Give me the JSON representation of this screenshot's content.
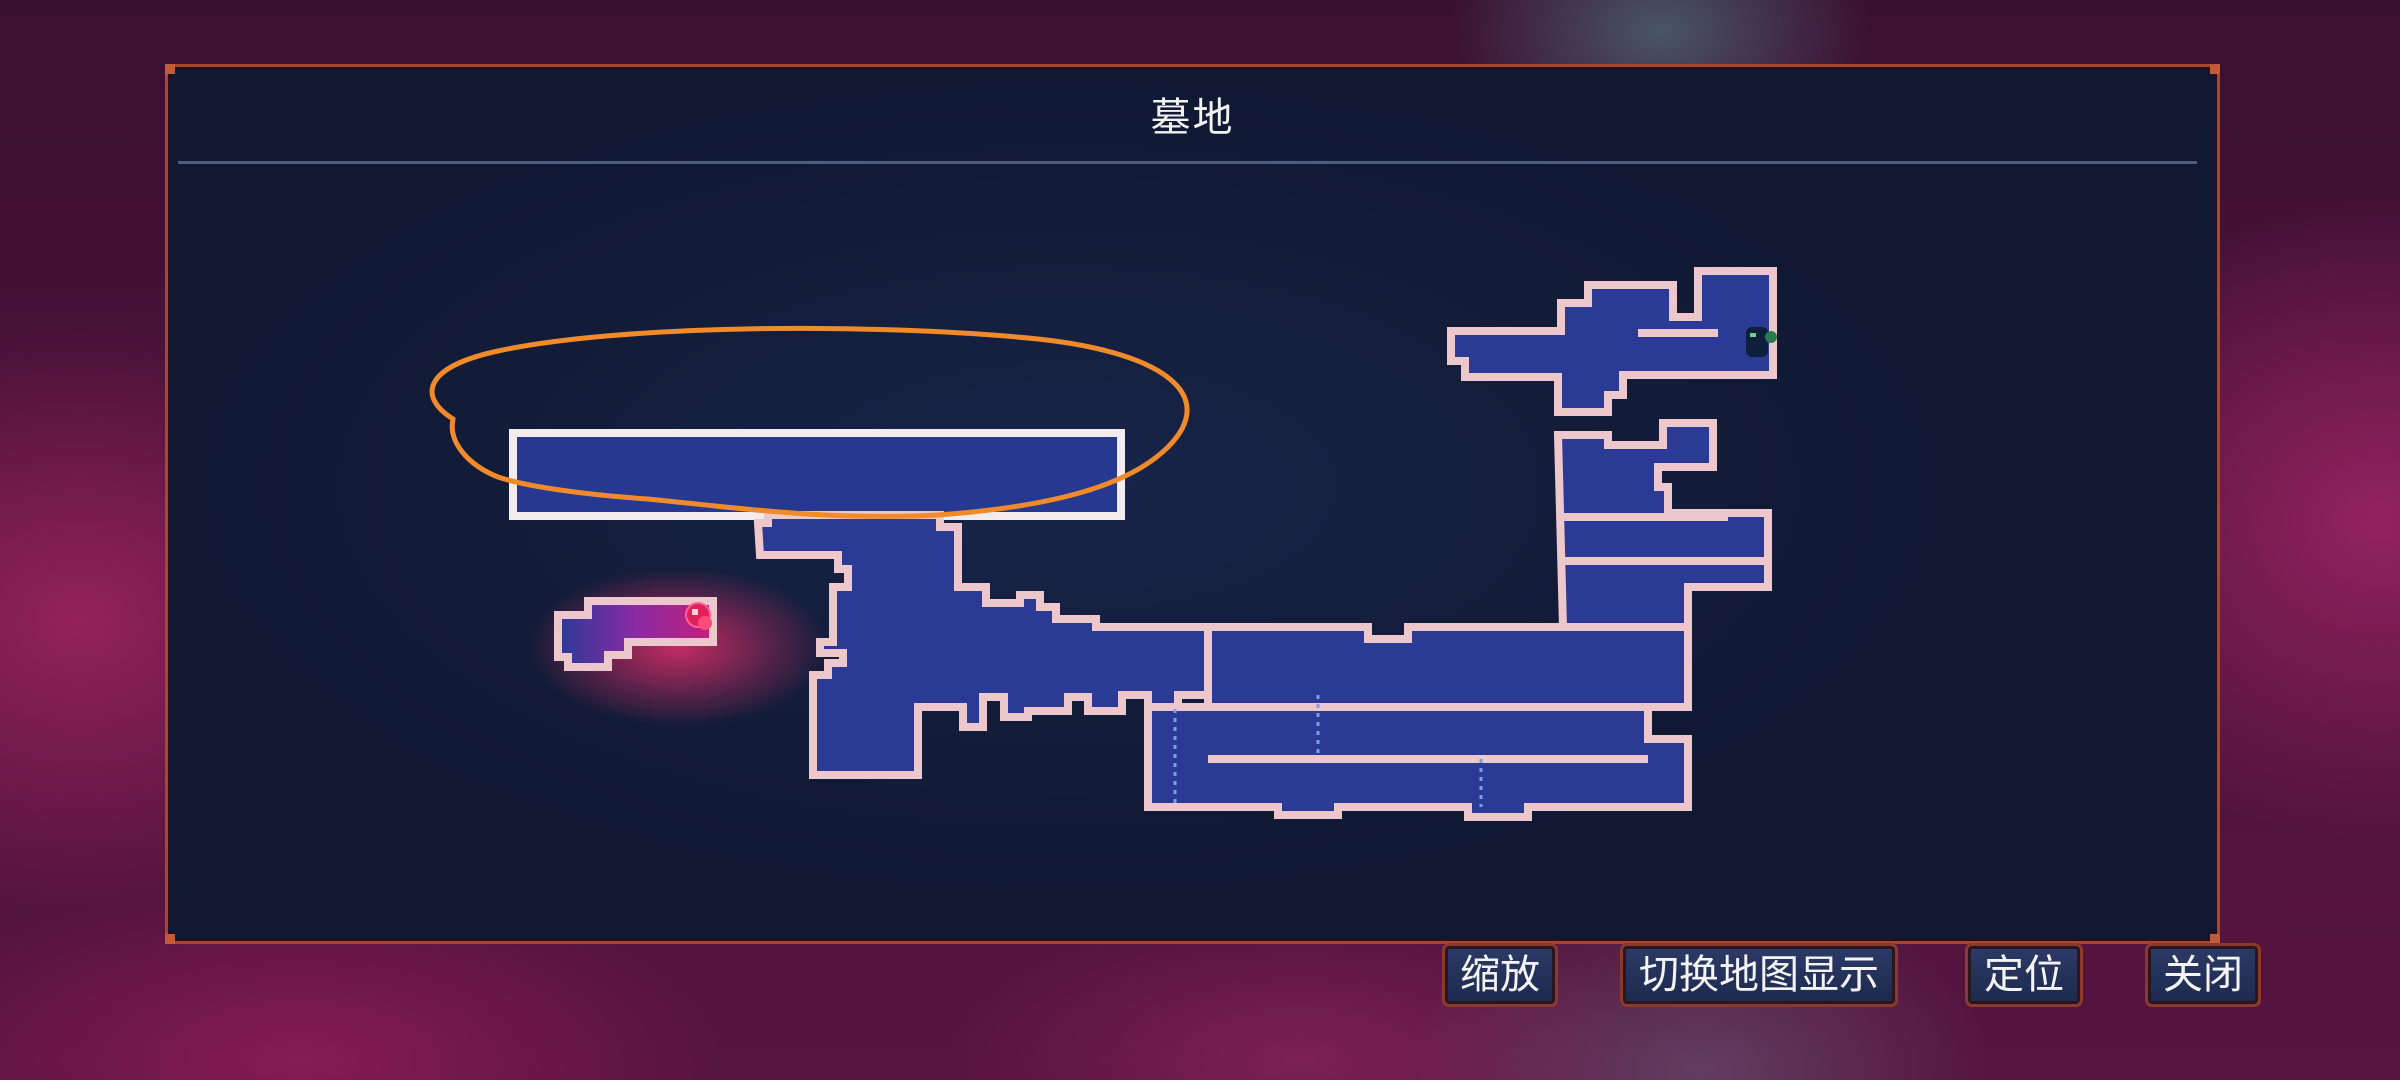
{
  "map_panel": {
    "title": "墓地"
  },
  "buttons": {
    "zoom": "缩放",
    "toggle_map": "切换地图显示",
    "locate": "定位",
    "close": "关闭"
  },
  "markers": {
    "player_icon": "player-marker-icon",
    "enemy_icon": "ghost-character-icon"
  },
  "colors": {
    "room_fill": "#2a3a95",
    "room_border": "#ecc8cc",
    "highlight_circle": "#f08a2a",
    "player_marker": "#e0205a",
    "panel_border": "#a8462e"
  }
}
